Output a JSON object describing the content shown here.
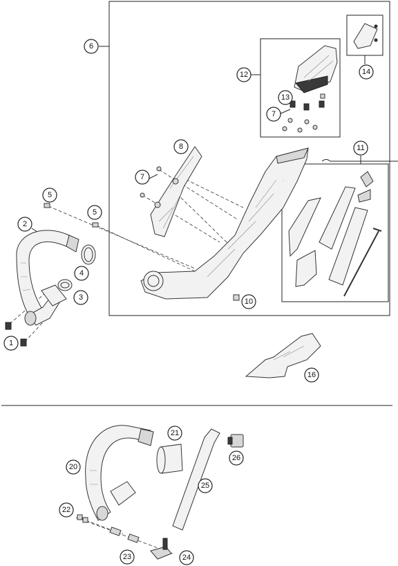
{
  "diagram": {
    "callouts": [
      {
        "id": "c1",
        "label": "1"
      },
      {
        "id": "c2",
        "label": "2"
      },
      {
        "id": "c3",
        "label": "3"
      },
      {
        "id": "c4",
        "label": "4"
      },
      {
        "id": "c5a",
        "label": "5"
      },
      {
        "id": "c5b",
        "label": "5"
      },
      {
        "id": "c6",
        "label": "6"
      },
      {
        "id": "c7a",
        "label": "7"
      },
      {
        "id": "c7b",
        "label": "7"
      },
      {
        "id": "c8",
        "label": "8"
      },
      {
        "id": "c10",
        "label": "10"
      },
      {
        "id": "c11",
        "label": "11"
      },
      {
        "id": "c12",
        "label": "12"
      },
      {
        "id": "c13",
        "label": "13"
      },
      {
        "id": "c14",
        "label": "14"
      },
      {
        "id": "c16",
        "label": "16"
      },
      {
        "id": "c20",
        "label": "20"
      },
      {
        "id": "c21",
        "label": "21"
      },
      {
        "id": "c22",
        "label": "22"
      },
      {
        "id": "c23",
        "label": "23"
      },
      {
        "id": "c24",
        "label": "24"
      },
      {
        "id": "c25",
        "label": "25"
      },
      {
        "id": "c26",
        "label": "26"
      }
    ]
  }
}
